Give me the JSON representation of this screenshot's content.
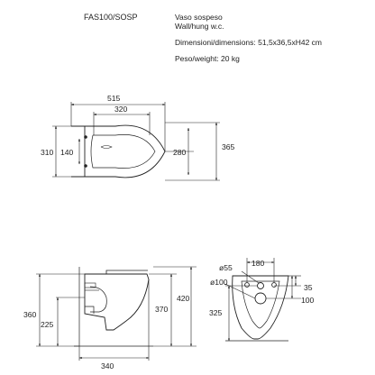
{
  "header": {
    "product_code": "FAS100/SOSP",
    "name_it": "Vaso sospeso",
    "name_en": "Wall/hung w.c.",
    "dimensions": "Dimensioni/dimensions: 51,5x36,5xH42 cm",
    "weight": "Peso/weight: 20 kg"
  },
  "top_view": {
    "dims": {
      "overall_length": "515",
      "seat_length": "320",
      "overall_width": "310",
      "bowl_width": "140",
      "seat_width": "280",
      "total_depth": "365"
    }
  },
  "side_view": {
    "dims": {
      "height_360": "360",
      "height_225": "225",
      "height_370": "370",
      "height_420": "420",
      "depth_340": "340"
    }
  },
  "rear_view": {
    "dims": {
      "hole_diameter_small": "ø55",
      "hole_diameter_large": "ø100",
      "bolt_spacing": "180",
      "offset_35": "35",
      "offset_100": "100",
      "height_325": "325"
    }
  },
  "colors": {
    "line": "#222222",
    "background": "#ffffff"
  }
}
